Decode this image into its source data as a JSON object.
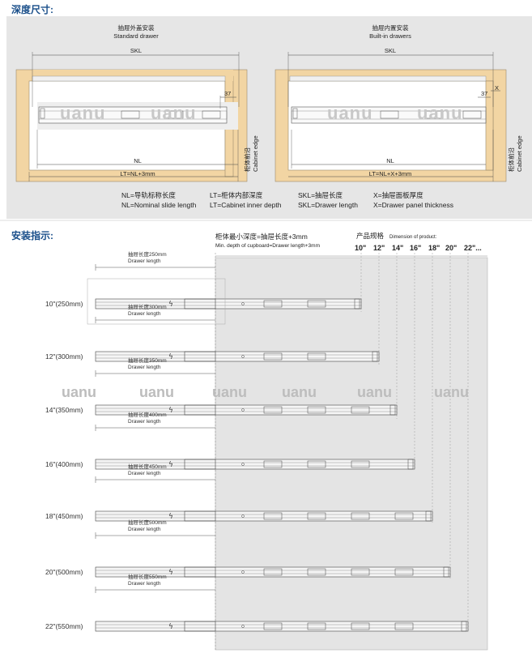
{
  "sections": {
    "depth_title": "深度尺寸:",
    "install_title": "安装指示:"
  },
  "standard": {
    "title_cn": "抽屉外盖安装",
    "title_en": "Standard drawer",
    "skl": "SKL",
    "dim37": "37",
    "nl": "NL",
    "lt": "LT=NL+3mm",
    "edge_cn": "柜体前沿",
    "edge_en": "Cabinet edge"
  },
  "builtin": {
    "title_cn": "抽屉内置安装",
    "title_en": "Built-in drawers",
    "skl": "SKL",
    "dim37": "37",
    "x": "X",
    "nl": "NL",
    "lt": "LT=NL+X+3mm",
    "edge_cn": "柜体前沿",
    "edge_en": "Cabinet edge"
  },
  "legend": [
    {
      "cn": "NL=导轨标称长度",
      "en": "NL=Nominal slide length"
    },
    {
      "cn": "LT=柜体内部深度",
      "en": "LT=Cabinet inner depth"
    },
    {
      "cn": "SKL=抽屉长度",
      "en": "SKL=Drawer length"
    },
    {
      "cn": "X=抽屉面板厚度",
      "en": "X=Drawer panel thickness"
    }
  ],
  "watermark": "uanu",
  "install": {
    "min_depth_cn": "柜体最小深度=抽屉长度+3mm",
    "min_depth_en": "Min. depth of cupboard=Drawer length+3mm",
    "spec_cn": "产品规格",
    "spec_en": "Dimension of product:",
    "sizes": [
      "10\"",
      "12\"",
      "14\"",
      "16\"",
      "18\"",
      "20\"",
      "22\"..."
    ],
    "rows": [
      {
        "label": "10\"(250mm)",
        "drawer_cn": "抽屉长度250mm",
        "drawer_en": "Drawer length"
      },
      {
        "label": "12\"(300mm)",
        "drawer_cn": "抽屉长度300mm",
        "drawer_en": "Drawer length"
      },
      {
        "label": "14\"(350mm)",
        "drawer_cn": "抽屉长度350mm",
        "drawer_en": "Drawer length"
      },
      {
        "label": "16\"(400mm)",
        "drawer_cn": "抽屉长度400mm",
        "drawer_en": "Drawer length"
      },
      {
        "label": "18\"(450mm)",
        "drawer_cn": "抽屉长度450mm",
        "drawer_en": "Drawer length"
      },
      {
        "label": "20\"(500mm)",
        "drawer_cn": "抽屉长度500mm",
        "drawer_en": "Drawer length"
      },
      {
        "label": "22\"(550mm)",
        "drawer_cn": "抽屉长度550mm",
        "drawer_en": "Drawer length"
      }
    ]
  }
}
